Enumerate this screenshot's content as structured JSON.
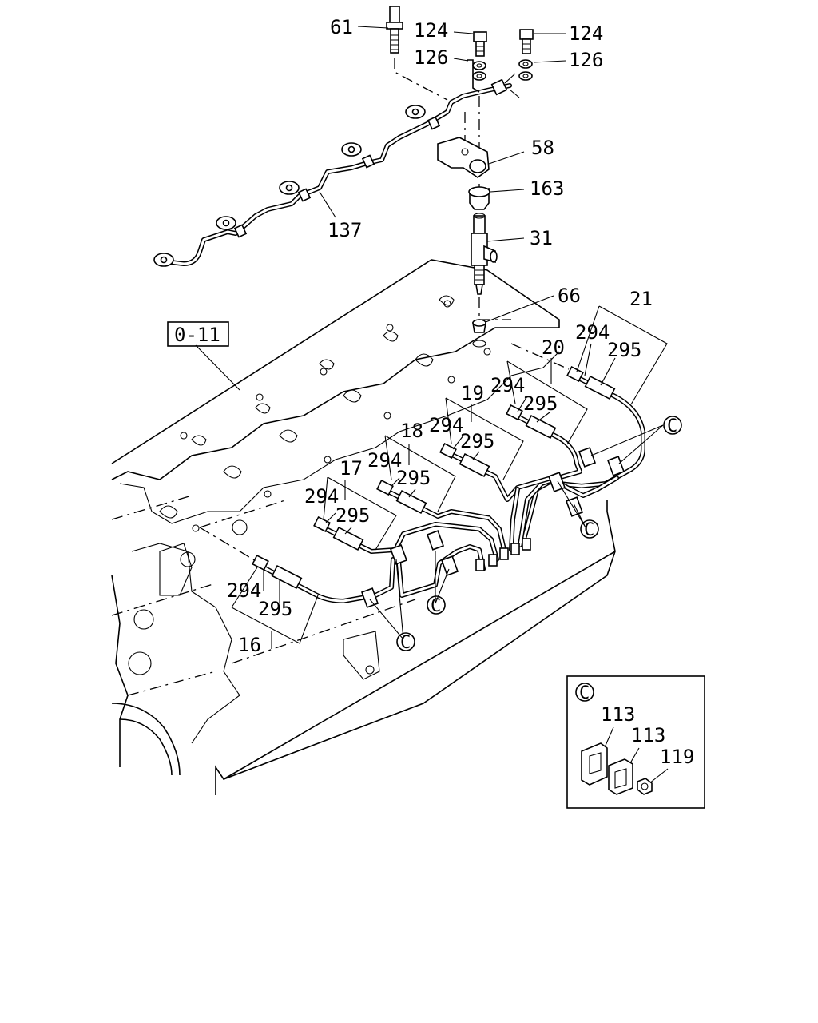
{
  "diagram": {
    "ref_box": "0-11",
    "clip_symbol": "C",
    "callouts": {
      "p61": "61",
      "p124a": "124",
      "p124b": "124",
      "p126a": "126",
      "p126b": "126",
      "p58": "58",
      "p163": "163",
      "p31": "31",
      "p137": "137",
      "p66": "66",
      "p21": "21",
      "p20": "20",
      "p19": "19",
      "p18": "18",
      "p17": "17",
      "p16": "16",
      "p294_21": "294",
      "p295_21": "295",
      "p294_20": "294",
      "p295_20": "295",
      "p294_19": "294",
      "p295_19": "295",
      "p294_18": "294",
      "p295_18": "295",
      "p294_17": "294",
      "p295_17": "295",
      "p294_16": "294",
      "p295_16": "295"
    },
    "inset": {
      "symbol": "C",
      "p113a": "113",
      "p113b": "113",
      "p119": "119"
    }
  }
}
